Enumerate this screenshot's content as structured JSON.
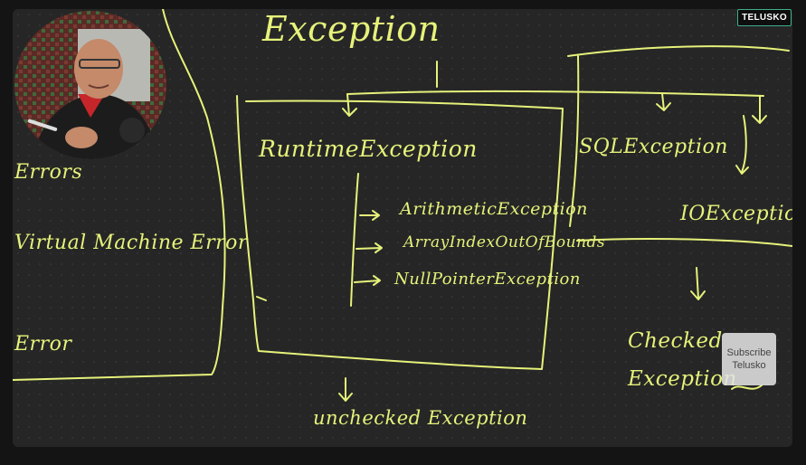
{
  "video": {
    "channel_badge": "TELUSKO",
    "subscribe": {
      "line1": "Subscribe",
      "line2": "Telusko"
    }
  },
  "board": {
    "heading": "Exception",
    "left_box": {
      "label_errors": "Errors",
      "label_vm_error": "Virtual Machine Error",
      "label_error": "Error"
    },
    "runtime_box": {
      "title": "RuntimeException",
      "children": [
        "ArithmeticException",
        "ArrayIndexOutOfBounds",
        "NullPointerException"
      ],
      "footnote": "unchecked Exception"
    },
    "checked_group": {
      "sql": "SQLException",
      "io": "IOException",
      "label": "Checked Exception"
    }
  },
  "colors": {
    "ink": "#e6f27a",
    "board": "#262626",
    "badge_border": "#3fae8c"
  }
}
